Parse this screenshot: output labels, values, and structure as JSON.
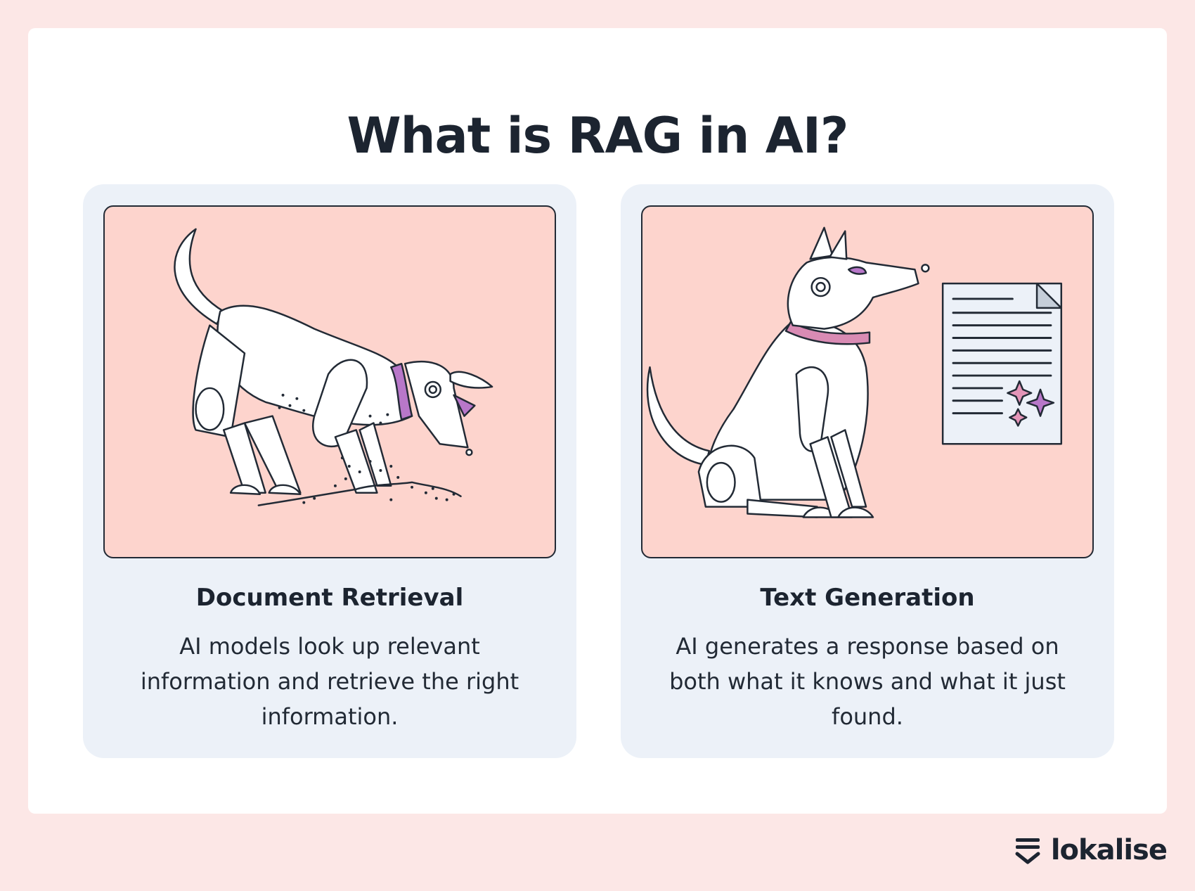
{
  "title": "What is RAG in AI?",
  "cards": [
    {
      "title": "Document Retrieval",
      "text": "AI models look up relevant information and retrieve the right information.",
      "illustration": "robot-dog-digging-icon"
    },
    {
      "title": "Text Generation",
      "text": "AI generates a response based on both what it knows and what it just found.",
      "illustration": "robot-dog-sitting-with-document-icon"
    }
  ],
  "brand": {
    "name": "lokalise",
    "icon": "lokalise-logo-icon"
  },
  "colors": {
    "outer_background": "#fce7e6",
    "panel": "#ffffff",
    "card": "#ecf1f8",
    "illustration_background": "#fdd4cd",
    "accent_purple": "#b877c9",
    "text": "#1c2430"
  }
}
